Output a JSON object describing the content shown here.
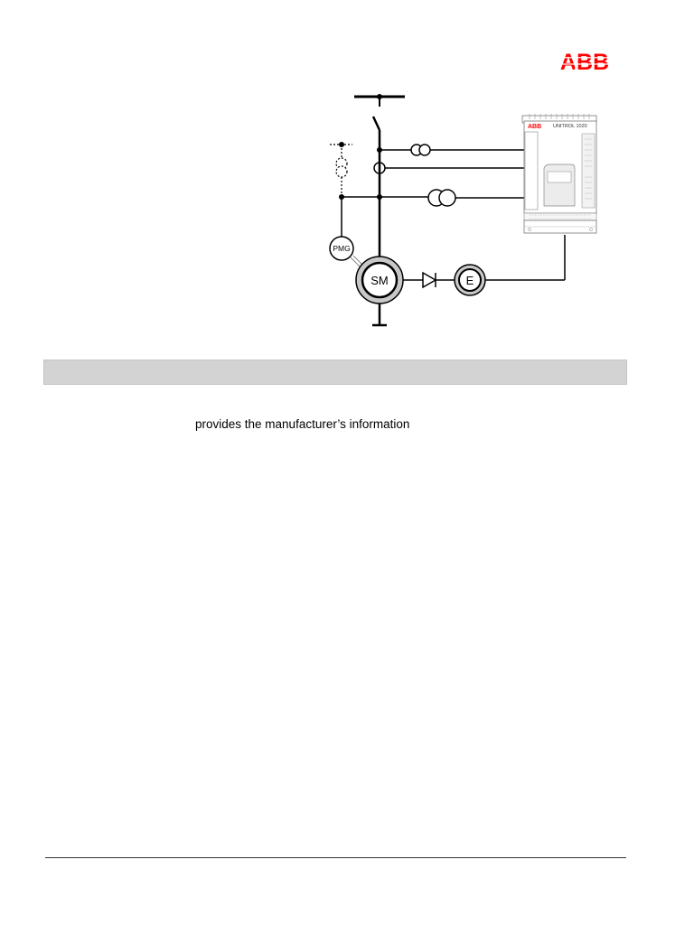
{
  "brand": {
    "logo_text": "ABB",
    "color": "#ff0000"
  },
  "diagram": {
    "pmg_label": "PMG",
    "sm_label": "SM",
    "exciter_label": "E",
    "device_brand": "ABB",
    "device_model": "UNITROL 1020"
  },
  "body": {
    "intro_text": "provides the manufacturer’s information"
  }
}
